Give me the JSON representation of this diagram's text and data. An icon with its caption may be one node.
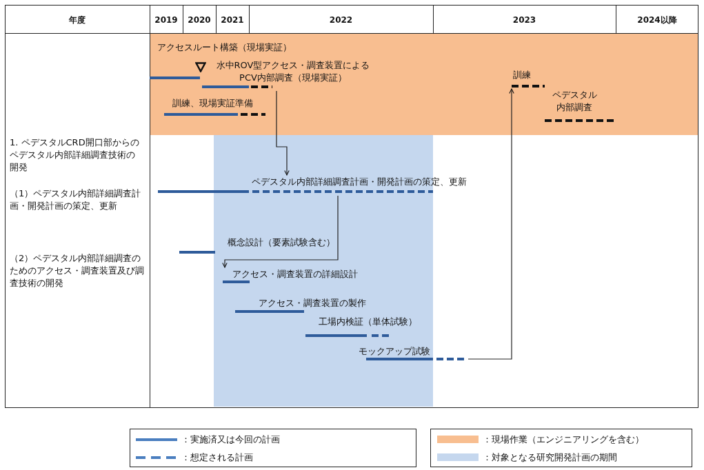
{
  "diagram": {
    "nodes": [
      {
        "text": [
          "アクセスルート構築（現場実証）"
        ]
      },
      {
        "text": [],
        "shape": "bar",
        "in": 0
      },
      {
        "text": [
          "水中ROV型アクセス・調査装置によるPCV内部調査（現場実証）"
        ],
        "in": 0
      },
      {
        "text": [
          "訓練、現場実証準備"
        ],
        "in": 0
      },
      {
        "text": [
          "訓練"
        ],
        "in": 0
      },
      {
        "text": [
          "ペデスタル内部調査"
        ],
        "in": 0
      },
      {
        "text": [
          "ペデスタル内部詳細調査計画・開発計画の策定、更新"
        ]
      },
      {
        "text": [
          "概念設計（要素試験含む）"
        ]
      },
      {
        "text": [
          "アクセス・調査装置の詳細設計"
        ]
      },
      {
        "text": [
          "アクセス・調査装置の製作"
        ]
      },
      {
        "text": [
          "工場内検証（単体試験）"
        ]
      },
      {
        "text": [
          "モックアップ試験"
        ]
      }
    ],
    "edges": [
      {
        "from": 2,
        "to": 6,
        "arrow": "to"
      },
      {
        "from": 6,
        "to": 8,
        "arrow": "to"
      },
      {
        "from": 11,
        "to": 4,
        "arrow": "to"
      }
    ],
    "labels": [
      "年度",
      "2019",
      "2020",
      "2021",
      "2022",
      "2023",
      "2024以降",
      "1. ペデスタルCRD開口部からのペデスタル内部詳細調査技術の開発",
      "（1）ペデスタル内部詳細調査計画・開発計画の策定、更新",
      "（2）ペデスタル内部詳細調査のためのアクセス・調査装置及び調査技術の開発"
    ],
    "legend": [
      {
        "text": "：実施済又は今回の計画"
      },
      {
        "text": "：想定される計画"
      },
      {
        "text": "：現場作業（エンジニアリングを含む）",
        "color": "#f8be90"
      },
      {
        "text": "：対象となる研究開発計画の期間",
        "color": "#c5d7ee"
      }
    ]
  }
}
